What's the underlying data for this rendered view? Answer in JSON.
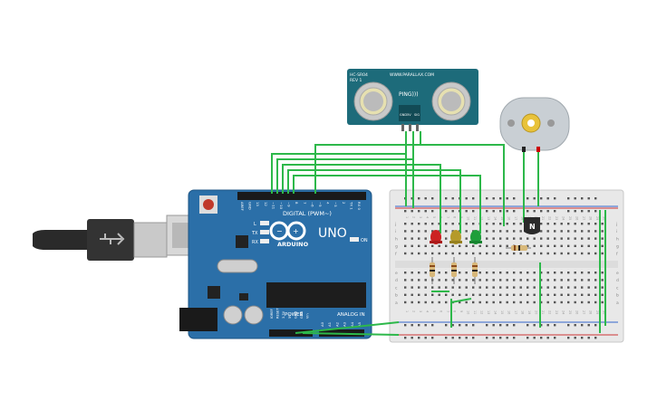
{
  "sensor": {
    "model": "HC-SR04",
    "rev": "REV 1",
    "url": "WWW.PARALLAX.COM",
    "name": "PING)))",
    "pins": [
      "GND",
      "5V",
      "SIG"
    ]
  },
  "arduino": {
    "brand": "ARDUINO",
    "model": "UNO",
    "digital_label": "DIGITAL (PWM~)",
    "analog_label": "ANALOG IN",
    "power_label": "POWER",
    "on_label": "ON",
    "led_labels": [
      "L",
      "TX",
      "RX"
    ],
    "digital_pins": [
      "AREF",
      "GND",
      "13",
      "12",
      "~11",
      "~10",
      "~9",
      "8",
      "7",
      "~6",
      "~5",
      "4",
      "~3",
      "2",
      "TX 1",
      "RX 0"
    ],
    "power_pins": [
      "IOREF",
      "RESET",
      "3.3V",
      "5V",
      "GND",
      "GND",
      "Vin"
    ],
    "analog_pins": [
      "A0",
      "A1",
      "A2",
      "A3",
      "A4",
      "A5"
    ]
  },
  "transistor": {
    "label": "N"
  },
  "breadboard": {
    "row_letters_top": [
      "j",
      "i",
      "h",
      "g",
      "f"
    ],
    "row_letters_bottom": [
      "e",
      "d",
      "c",
      "b",
      "a"
    ],
    "column_numbers": [
      "1",
      "2",
      "3",
      "4",
      "5",
      "6",
      "7",
      "8",
      "9",
      "10",
      "11",
      "12",
      "13",
      "14",
      "15",
      "16",
      "17",
      "18",
      "19",
      "20",
      "21",
      "22",
      "23",
      "24",
      "25",
      "26",
      "27",
      "28",
      "29",
      "30"
    ]
  },
  "colors": {
    "arduino": "#2b6fa8",
    "sensor": "#1d6b7a",
    "wire": "#2db84a",
    "breadboard": "#e8e8e8",
    "led_red": "#cc2222",
    "led_yellow": "#b59a2a",
    "led_green": "#1f9e3a",
    "motor": "#c9cfd4"
  }
}
